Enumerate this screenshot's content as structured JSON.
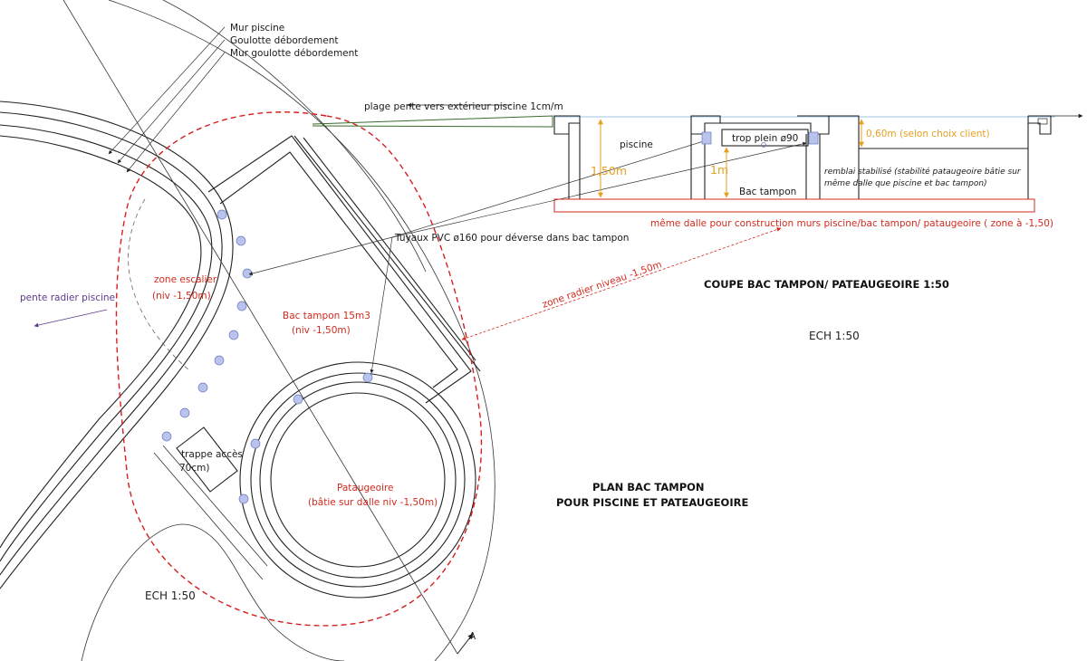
{
  "plan": {
    "labels": {
      "mur_piscine": "Mur piscine",
      "goulotte": "Goulotte débordement",
      "mur_goulotte": "Mur goulotte débordement",
      "pente_radier": "pente radier piscine",
      "zone_escalier_1": "zone escalier",
      "zone_escalier_2": "(niv -1,50m)",
      "bac_tampon_1": "Bac tampon 15m3",
      "bac_tampon_2": "(niv -1,50m)",
      "trappe_1": "trappe accès",
      "trappe_2": "70cm)",
      "pataugeoire_1": "Pataugeoire",
      "pataugeoire_2": "(bâtie sur dalle niv -1,50m)",
      "tuyaux": "Tuyaux PVC ø160 pour déverse dans bac tampon",
      "zone_radier": "zone radier niveau -1,50m",
      "section_marker": "A"
    },
    "title_1": "PLAN BAC TAMPON",
    "title_2": "POUR PISCINE ET PATEAUGEOIRE",
    "scale": "ECH 1:50"
  },
  "section": {
    "labels": {
      "plage": "plage pente vers extérieur piscine 1cm/m",
      "piscine": "piscine",
      "hauteur_piscine": "1,50m",
      "trop_plein": "trop plein ø90",
      "hauteur_bac": "1m",
      "bac_tampon": "Bac tampon",
      "hauteur_pataugeoire": "0,60m (selon choix client)",
      "remblai_1": "remblai stabilisé (stabilité pataugeoire bâtie sur",
      "remblai_2": "même dalle que piscine et bac tampon)",
      "dalle": "même dalle pour construction murs piscine/bac tampon/ pataugeoire ( zone à -1,50)"
    },
    "title": "COUPE BAC TAMPON/ PATEAUGEOIRE 1:50",
    "scale": "ECH 1:50"
  },
  "colors": {
    "red": "#d22b1f",
    "orange": "#e8a020",
    "blue_pipe": "#b8c4ee",
    "purple": "#5a3a8c"
  }
}
